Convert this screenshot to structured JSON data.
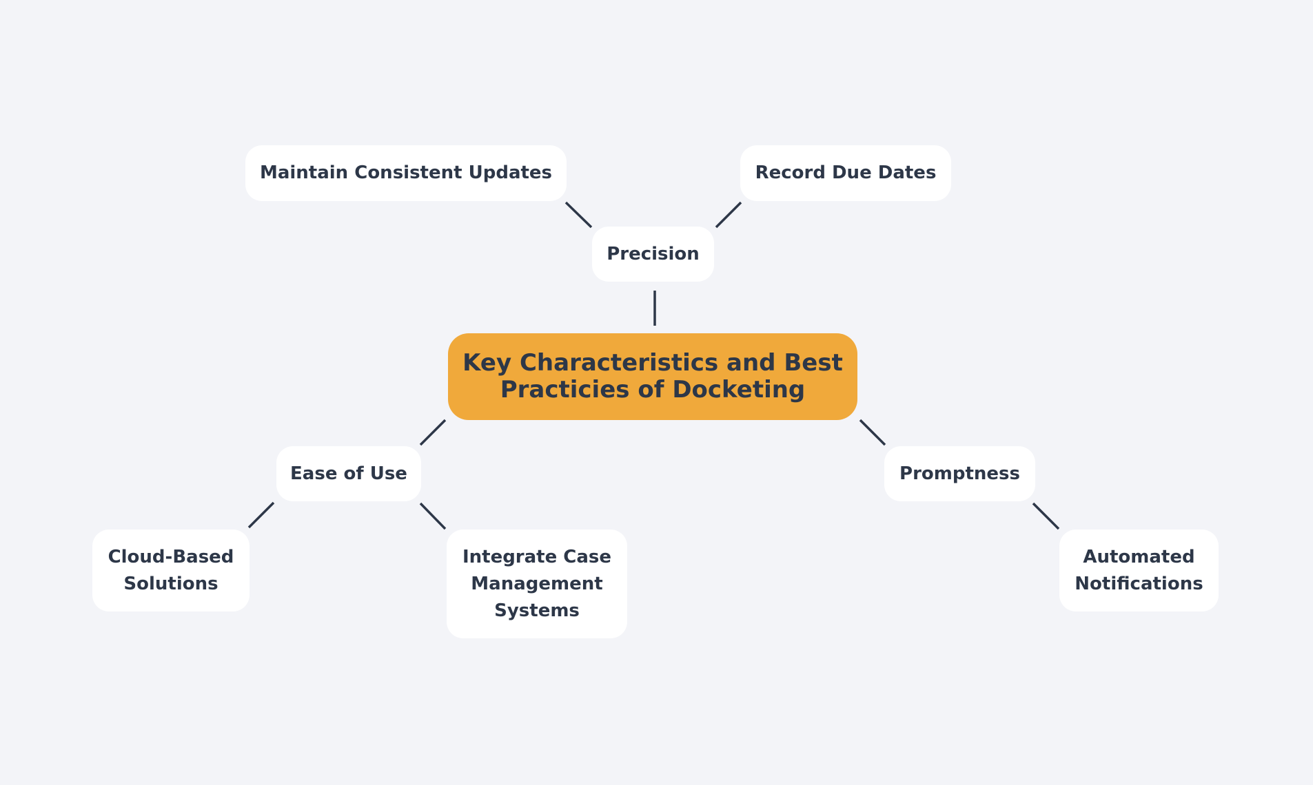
{
  "colors": {
    "background": "#f3f4f8",
    "root": "#f0a93b",
    "node": "#ffffff",
    "text": "#2d3748",
    "edge": "#2d3748"
  },
  "root": {
    "label": "Key Characteristics and Best Practicies of Docketing"
  },
  "nodes": {
    "precision": "Precision",
    "maintain": "Maintain Consistent Updates",
    "record": "Record Due Dates",
    "ease": "Ease of Use",
    "cloud": "Cloud-Based Solutions",
    "integrate": "Integrate Case Management Systems",
    "promptness": "Promptness",
    "automated": "Automated Notifications"
  }
}
